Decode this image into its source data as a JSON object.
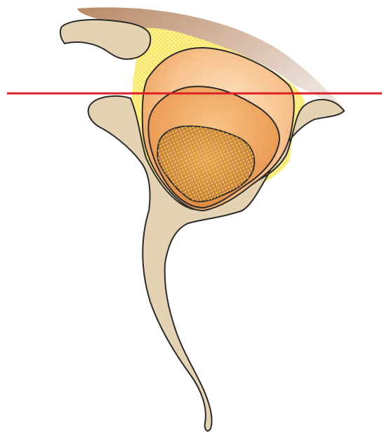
{
  "diagram": {
    "labels": [],
    "structures": [
      {
        "name": "outer-capsule-band",
        "color": "#c9a890"
      },
      {
        "name": "upper-bony-arch",
        "color": "#e3d3b3"
      },
      {
        "name": "lower-bony-process",
        "color": "#e3d3b3"
      },
      {
        "name": "fat-layer",
        "color": "#f2e860"
      },
      {
        "name": "outer-orange-layer",
        "color": "#f6b981"
      },
      {
        "name": "middle-orange-layer",
        "color": "#eea35e"
      },
      {
        "name": "inner-core",
        "color": "#c9843f"
      }
    ],
    "reference_line_color": "#dd1f26",
    "outline_color": "#2d2a2a"
  }
}
